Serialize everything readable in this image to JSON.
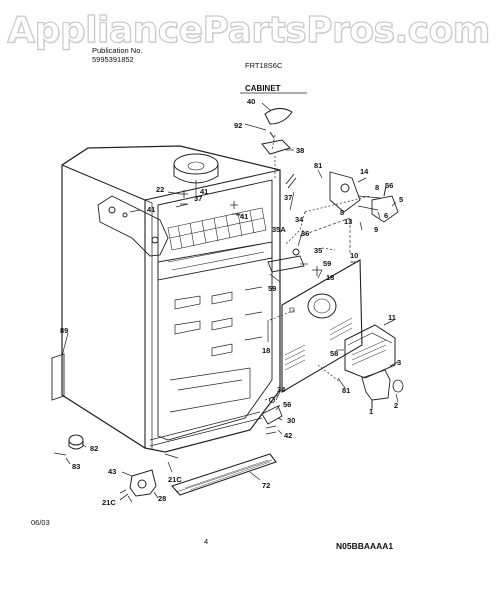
{
  "watermark": "AppliancePartsPros.com",
  "header": {
    "publication_label": "Publication No.",
    "publication_number": "5995391852",
    "model": "FRT18S6C",
    "section_title": "CABINET"
  },
  "footer": {
    "date": "06/03",
    "page_number": "4",
    "diagram_code": "N05BBAAAA1"
  },
  "callouts": [
    "40",
    "92",
    "38",
    "81",
    "14",
    "22",
    "41",
    "37",
    "41",
    "8",
    "56",
    "5",
    "6",
    "13",
    "9",
    "41",
    "34",
    "36",
    "35A",
    "35",
    "59",
    "18",
    "10",
    "59",
    "11",
    "89",
    "18",
    "58",
    "3",
    "81",
    "1",
    "2",
    "34",
    "56",
    "30",
    "42",
    "82",
    "83",
    "43",
    "21C",
    "72",
    "21C",
    "28"
  ]
}
